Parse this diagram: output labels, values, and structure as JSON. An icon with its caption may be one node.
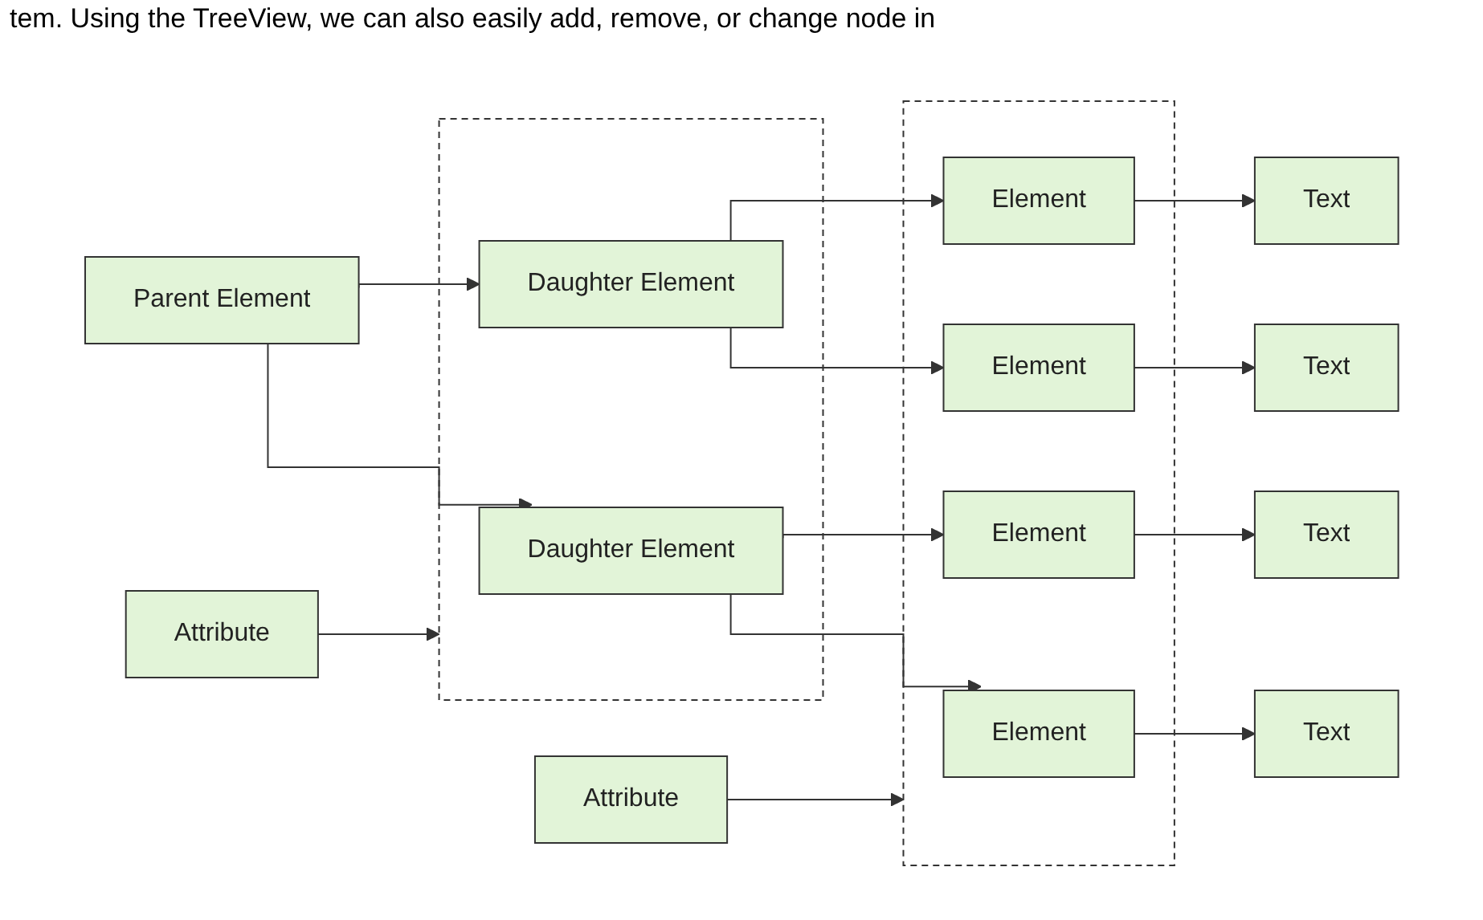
{
  "diagram": {
    "nodes": [
      {
        "text": [
          "Parent Element"
        ]
      },
      {
        "text": [],
        "shape": "box"
      },
      {
        "text": [
          "Daughter Element"
        ],
        "in": 1
      },
      {
        "text": [
          "Daughter Element"
        ],
        "in": 1
      },
      {
        "text": [
          "Attribute"
        ]
      },
      {
        "text": [],
        "shape": "box"
      },
      {
        "text": [
          "Element"
        ],
        "in": 5
      },
      {
        "text": [
          "Element"
        ],
        "in": 5
      },
      {
        "text": [
          "Element"
        ],
        "in": 5
      },
      {
        "text": [
          "Element"
        ],
        "in": 5
      },
      {
        "text": [
          "Text"
        ]
      },
      {
        "text": [
          "Text"
        ]
      },
      {
        "text": [
          "Text"
        ]
      },
      {
        "text": [
          "Text"
        ]
      },
      {
        "text": [
          "Attribute"
        ]
      }
    ],
    "edges": [
      {
        "from": 0,
        "to": 2,
        "arrow": "to"
      },
      {
        "from": 0,
        "to": 3,
        "arrow": "to"
      },
      {
        "from": 4,
        "to": 1,
        "arrow": "to"
      },
      {
        "from": 2,
        "to": 6,
        "arrow": "to"
      },
      {
        "from": 2,
        "to": 7,
        "arrow": "to"
      },
      {
        "from": 3,
        "to": 8,
        "arrow": "to"
      },
      {
        "from": 3,
        "to": 9,
        "arrow": "to"
      },
      {
        "from": 6,
        "to": 10,
        "arrow": "to"
      },
      {
        "from": 7,
        "to": 11,
        "arrow": "to"
      },
      {
        "from": 8,
        "to": 12,
        "arrow": "to"
      },
      {
        "from": 9,
        "to": 13,
        "arrow": "to"
      },
      {
        "from": 14,
        "to": 5,
        "arrow": "to"
      }
    ],
    "labels": [
      "tem. Using the TreeView, we can also easily add, remove, or change node in"
    ]
  }
}
